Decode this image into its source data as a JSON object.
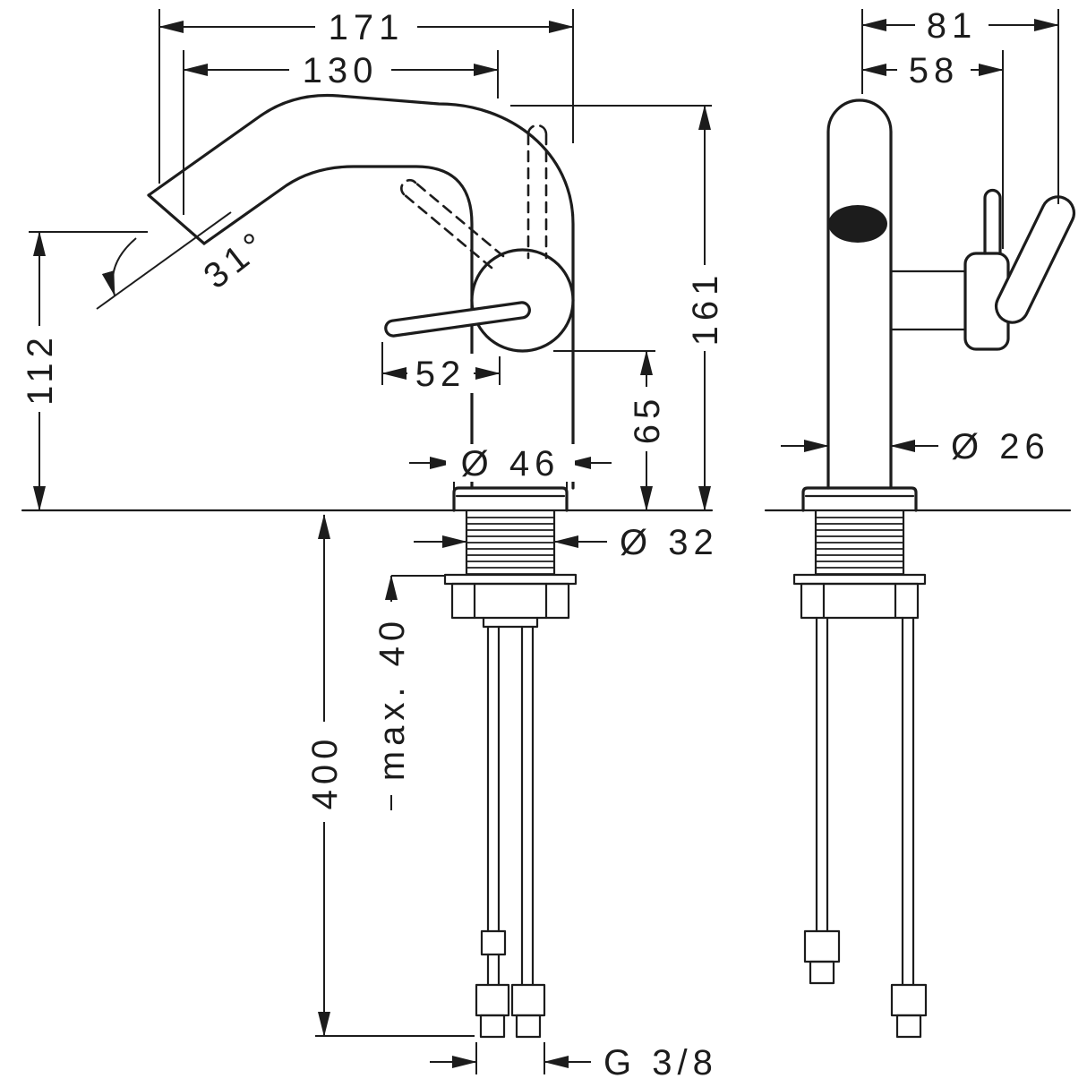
{
  "drawing": {
    "front_view": {
      "width_total": "171",
      "spout_reach": "130",
      "spout_angle": "31°",
      "spout_height": "112",
      "total_height": "161",
      "handle_length": "52",
      "outlet_height": "65",
      "base_diameter": "Ø 46",
      "shank_diameter": "Ø 32",
      "max_mount_thickness": "max. 40",
      "hose_length": "400",
      "connection_thread": "G 3/8"
    },
    "side_view": {
      "depth_total": "81",
      "depth_body": "58",
      "body_diameter": "Ø 26"
    }
  }
}
